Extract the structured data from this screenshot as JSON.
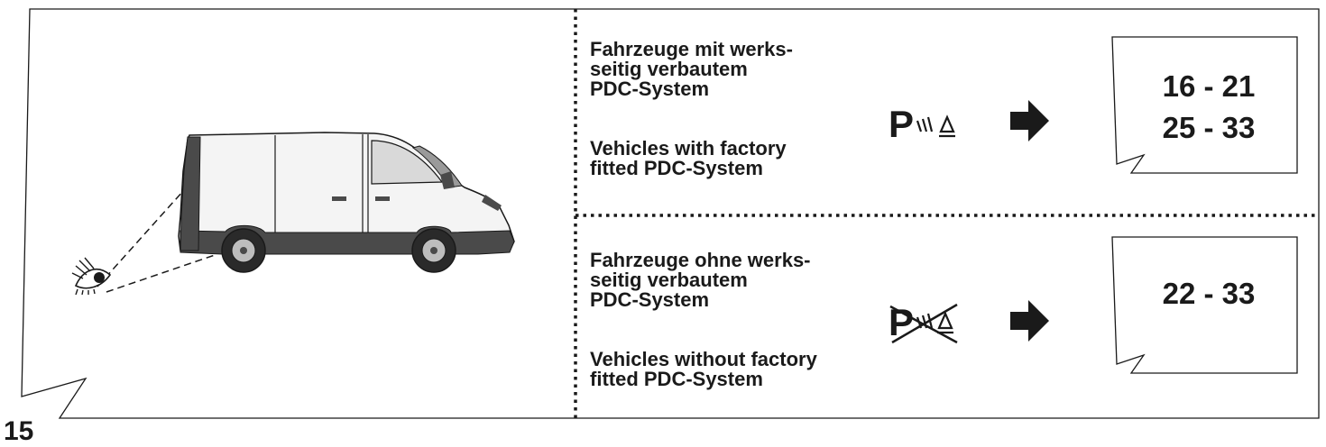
{
  "page_number": "15",
  "panels": [
    {
      "id": "with-pdc",
      "label_de": "Fahrzeuge mit werks-\nseitig verbautem\nPDC-System",
      "label_en": "Vehicles with factory\nfitted PDC-System",
      "icon": "pdc-icon",
      "icon_letter": "P",
      "arrow": "arrow-right-icon",
      "ranges": [
        "16 - 21",
        "25 - 33"
      ]
    },
    {
      "id": "without-pdc",
      "label_de": "Fahrzeuge ohne werks-\nseitig verbautem\nPDC-System",
      "label_en": "Vehicles without factory\nfitted PDC-System",
      "icon": "pdc-crossed-icon",
      "icon_letter": "P",
      "arrow": "arrow-right-icon",
      "ranges": [
        "22 - 33"
      ]
    }
  ],
  "illustration": {
    "vehicle": "van-illustration",
    "viewer": "eye-icon"
  },
  "colors": {
    "ink": "#1a1a1a",
    "van_body": "#f4f4f4",
    "van_trim": "#4a4a4a"
  }
}
